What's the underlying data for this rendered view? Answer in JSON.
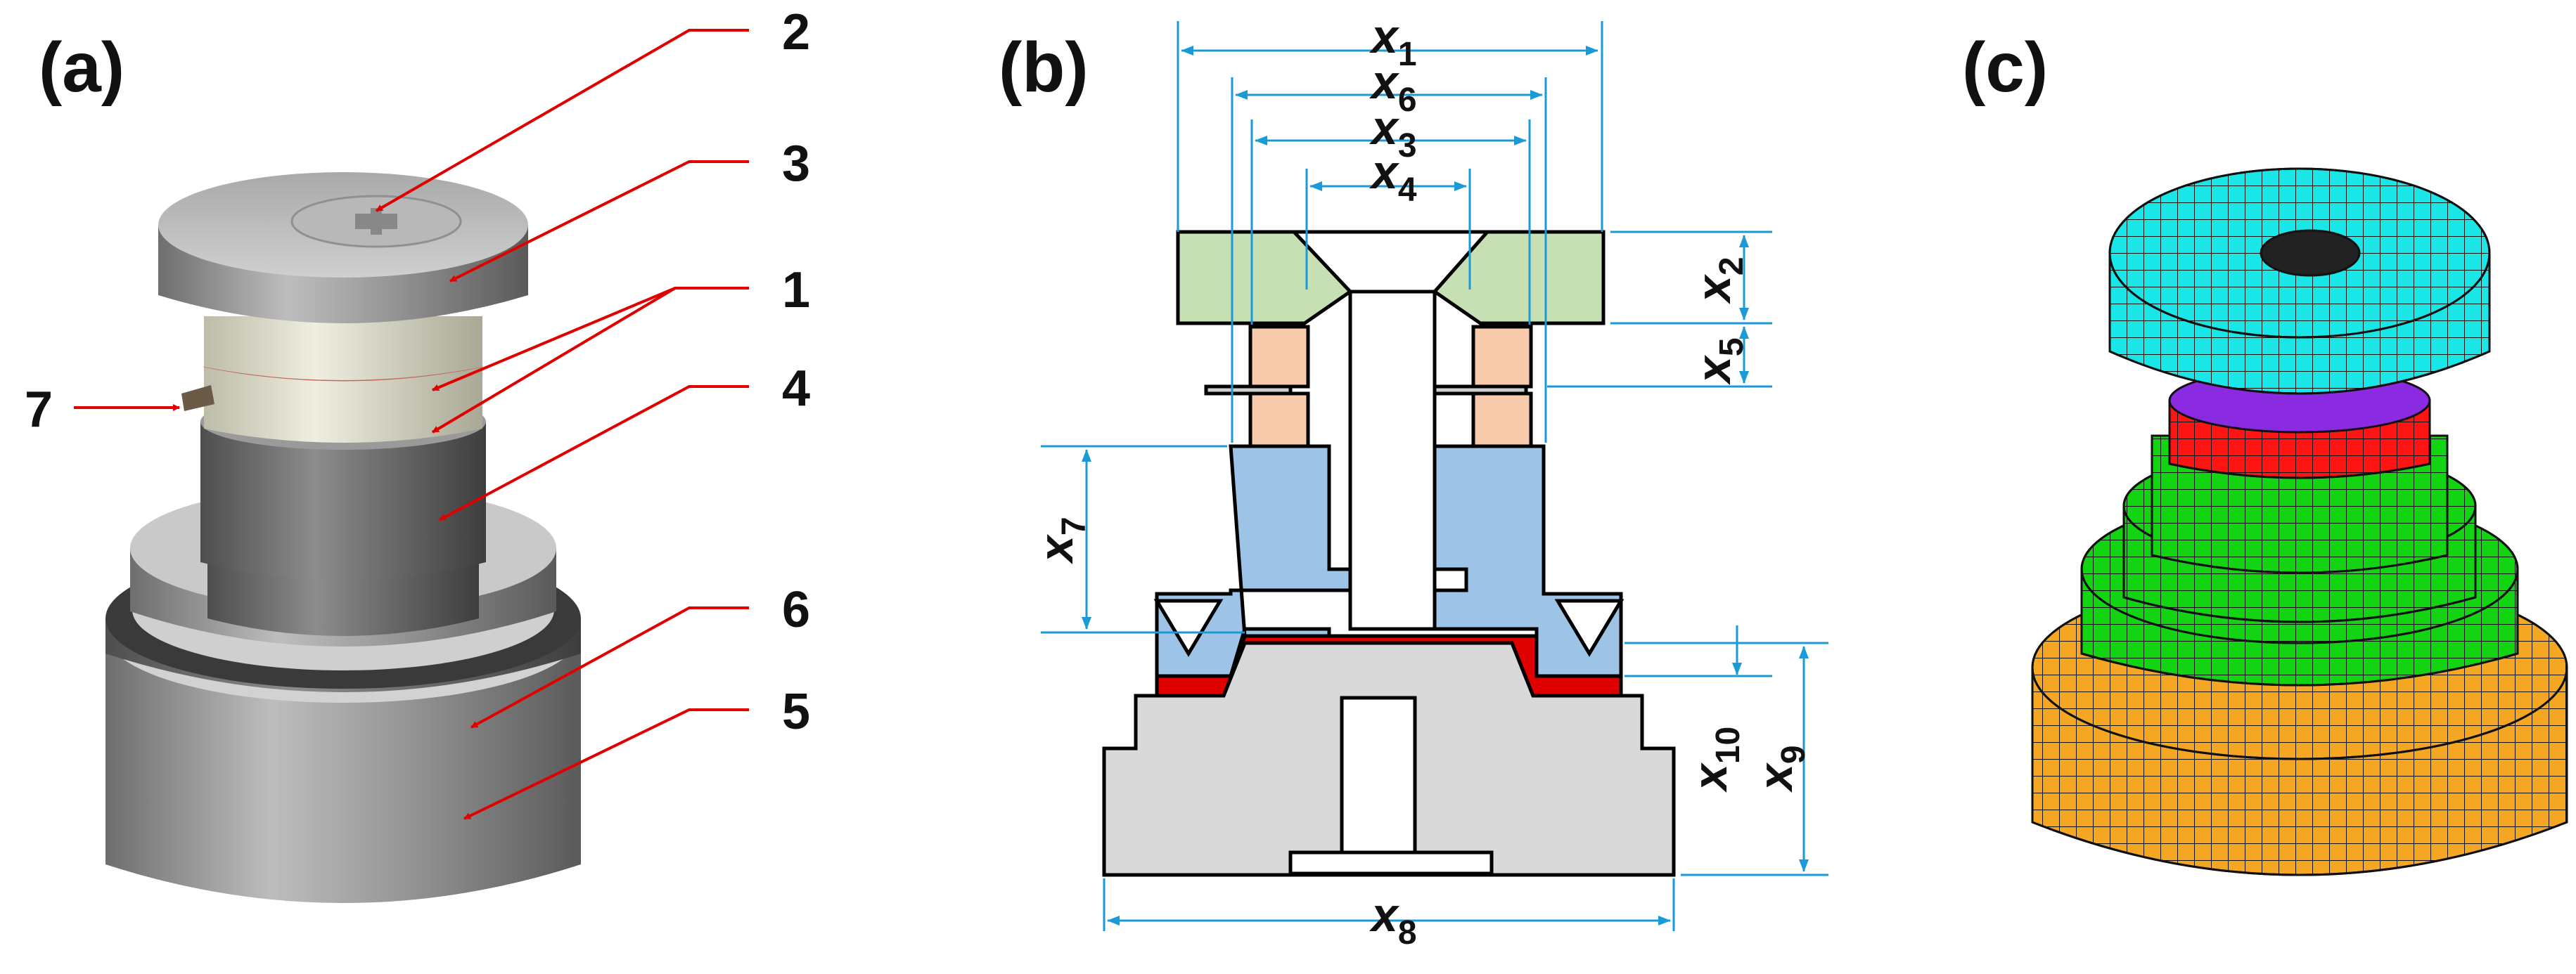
{
  "panels": {
    "a": {
      "label": "(a)",
      "callouts": [
        "2",
        "3",
        "1",
        "7",
        "4",
        "6",
        "5"
      ]
    },
    "b": {
      "label": "(b)",
      "dims": {
        "x1": "x",
        "x1_sub": "1",
        "x6": "x",
        "x6_sub": "6",
        "x3": "x",
        "x3_sub": "3",
        "x4": "x",
        "x4_sub": "4",
        "x2": "x",
        "x2_sub": "2",
        "x5": "x",
        "x5_sub": "5",
        "x7": "x",
        "x7_sub": "7",
        "x10": "x",
        "x10_sub": "10",
        "x9": "x",
        "x9_sub": "9",
        "x8": "x",
        "x8_sub": "8"
      }
    },
    "c": {
      "label": "(c)"
    }
  },
  "colors": {
    "callout_arrow": "#e00000",
    "dimension_line": "#1a9ad6",
    "cap_fill": "#c6e0b4",
    "specimen_fill": "#f8cbad",
    "holder_fill": "#9dc3e6",
    "pad_fill": "#e00000",
    "base_fill": "#d9d9d9",
    "mesh_cyan": "#19e6e6",
    "mesh_red": "#ff1414",
    "mesh_green": "#12d412",
    "mesh_orange": "#f5a623",
    "mesh_purple": "#8a2be2"
  }
}
